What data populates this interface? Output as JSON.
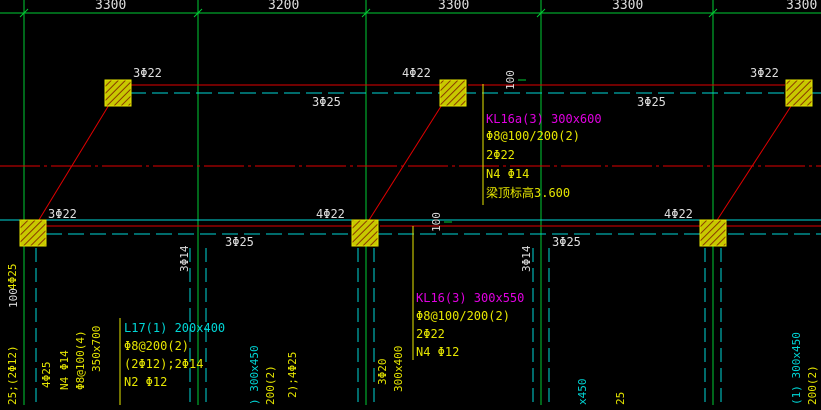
{
  "colors": {
    "background": "#000000",
    "grid": "#00cc33",
    "axis": "#e00000",
    "dim": "#dedede",
    "rebar": "#e6e600",
    "beam_label": "#e000e0",
    "cyan": "#00d6d6",
    "column_fill": "#c8c800",
    "column_hatch": "#8a3a00"
  },
  "dimensions": [
    "3300",
    "3200",
    "3300",
    "3300",
    "3300"
  ],
  "top_row_rebar": {
    "left_col": "3Φ22",
    "mid_col": "4Φ22",
    "right_col": "3Φ22",
    "span_left": "3Φ25",
    "span_right": "3Φ25",
    "gap": "100"
  },
  "beam_kl16a": {
    "name": "KL16a(3) 300x600",
    "stirrup": "Φ8@100/200(2)",
    "top_bar": "2Φ22",
    "side_bar": "N4 Φ14",
    "elevation": "梁顶标高3.600"
  },
  "second_row_rebar": {
    "left_col": "3Φ22",
    "mid_col": "4Φ22",
    "right_col": "4Φ22",
    "span_left": "3Φ25",
    "span_right": "3Φ25",
    "gap": "100",
    "vert_a": "3Φ14",
    "vert_b": "3Φ14"
  },
  "beam_kl16": {
    "name": "KL16(3) 300x550",
    "stirrup": "Φ8@100/200(2)",
    "top_bar": "2Φ22",
    "side_bar": "N4 Φ12"
  },
  "beam_l17": {
    "name": "L17(1) 200x400",
    "stirrup": "Φ8@200(2)",
    "bars": "(2Φ12);2Φ14",
    "side_bar": "N2 Φ12"
  },
  "left_edge": {
    "a": "4Φ25",
    "b": "100",
    "c": "25;(2Φ12)",
    "d": "4Φ25",
    "e": "N4 Φ14",
    "f": "Φ8@100(4)",
    "g": "350x700"
  },
  "bottom_fragments": {
    "a": ") 300x450",
    "b": "200(2)",
    "c": "2);4Φ25",
    "d": "3Φ20",
    "e": "300x400",
    "f": "x450",
    "g": "25",
    "h": "(1) 300x450",
    "i": "200(2)"
  }
}
